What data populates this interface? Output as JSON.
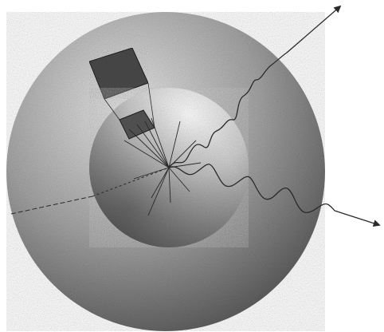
{
  "figure": {
    "background": "#ffffff",
    "colors": {
      "outer_sphere_light": "#e9e9e9",
      "outer_sphere_mid": "#a4a4a4",
      "outer_sphere_dark": "#5a5a5a",
      "inner_sphere_light": "#ffffff",
      "inner_sphere_dark": "#6e6e6e",
      "patch_fill": "#4a4a4a",
      "line": "#2a2a2a"
    },
    "elements": {
      "outer_sphere": "large-shaded-sphere",
      "inner_sphere": "small-shaded-sphere",
      "outer_patch": "dark-square-patch-on-outer-sphere",
      "inner_patch": "dark-square-patch-on-inner-sphere",
      "rays": "radial-lines-from-center",
      "waves": "two-wavy-arrows-leaving-sphere",
      "line_of_sight": "dashed-line-through-center"
    }
  }
}
